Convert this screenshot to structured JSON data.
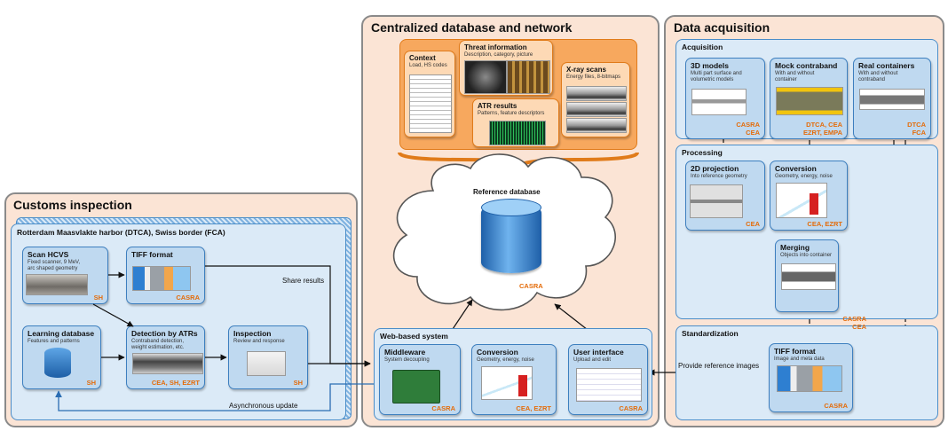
{
  "panels": {
    "customs": {
      "title": "Customs inspection",
      "subtitle": "Rotterdam Maasvlakte harbor (DTCA), Swiss border (FCA)"
    },
    "central": {
      "title": "Centralized database and network"
    },
    "acquisition": {
      "title": "Data acquisition"
    }
  },
  "customs": {
    "scan": {
      "title": "Scan HCVS",
      "desc1": "Fixed scanner, 9 MeV,",
      "desc2": "arc shaped geometry",
      "tag": "SH"
    },
    "tiff": {
      "title": "TIFF format",
      "tag": "CASRA"
    },
    "learning": {
      "title": "Learning database",
      "desc1": "Features and patterns",
      "tag": "SH"
    },
    "detection": {
      "title": "Detection by ATRs",
      "desc1": "Contraband detection,",
      "desc2": "weight estimation, etc.",
      "tag": "CEA, SH, EZRT"
    },
    "inspection": {
      "title": "Inspection",
      "desc1": "Review and response",
      "tag": "SH"
    },
    "share": "Share results",
    "async": "Asynchronous update"
  },
  "central": {
    "context": {
      "title": "Context",
      "desc": "Load, HS codes"
    },
    "threat": {
      "title": "Threat information",
      "desc": "Description, category, picture"
    },
    "xray": {
      "title": "X-ray scans",
      "desc": "Energy files, 8-bitmaps"
    },
    "atr": {
      "title": "ATR results",
      "desc": "Patterns, feature descriptors"
    },
    "refdb": {
      "title": "Reference database",
      "tag": "CASRA"
    },
    "web": {
      "title": "Web-based system"
    },
    "middleware": {
      "title": "Middleware",
      "desc": "System decoupling",
      "tag": "CASRA"
    },
    "conversion": {
      "title": "Conversion",
      "desc": "Geometry, energy, noise",
      "tag": "CEA, EZRT"
    },
    "ui": {
      "title": "User interface",
      "desc": "Upload and edit",
      "tag": "CASRA"
    }
  },
  "acquisition": {
    "acq_title": "Acquisition",
    "models3d": {
      "title": "3D models",
      "desc1": "Multi part surface and",
      "desc2": "volumetric models",
      "tag1": "CASRA",
      "tag2": "CEA"
    },
    "mock": {
      "title": "Mock contraband",
      "desc1": "With and without",
      "desc2": "container",
      "tag1": "DTCA, CEA",
      "tag2": "EZRT, EMPA"
    },
    "real": {
      "title": "Real containers",
      "desc1": "With and without",
      "desc2": "contraband",
      "tag1": "DTCA",
      "tag2": "FCA"
    },
    "proc_title": "Processing",
    "proj2d": {
      "title": "2D projection",
      "desc1": "Into reference geometry",
      "tag": "CEA"
    },
    "conv": {
      "title": "Conversion",
      "desc1": "Geometry, energy, noise",
      "tag": "CEA, EZRT"
    },
    "merging": {
      "title": "Merging",
      "desc1": "Objects into container",
      "tag1": "CASRA",
      "tag2": "CEA"
    },
    "std_title": "Standardization",
    "tiff": {
      "title": "TIFF format",
      "desc1": "Image and meta data",
      "tag": "CASRA"
    },
    "provide": "Provide reference images"
  }
}
